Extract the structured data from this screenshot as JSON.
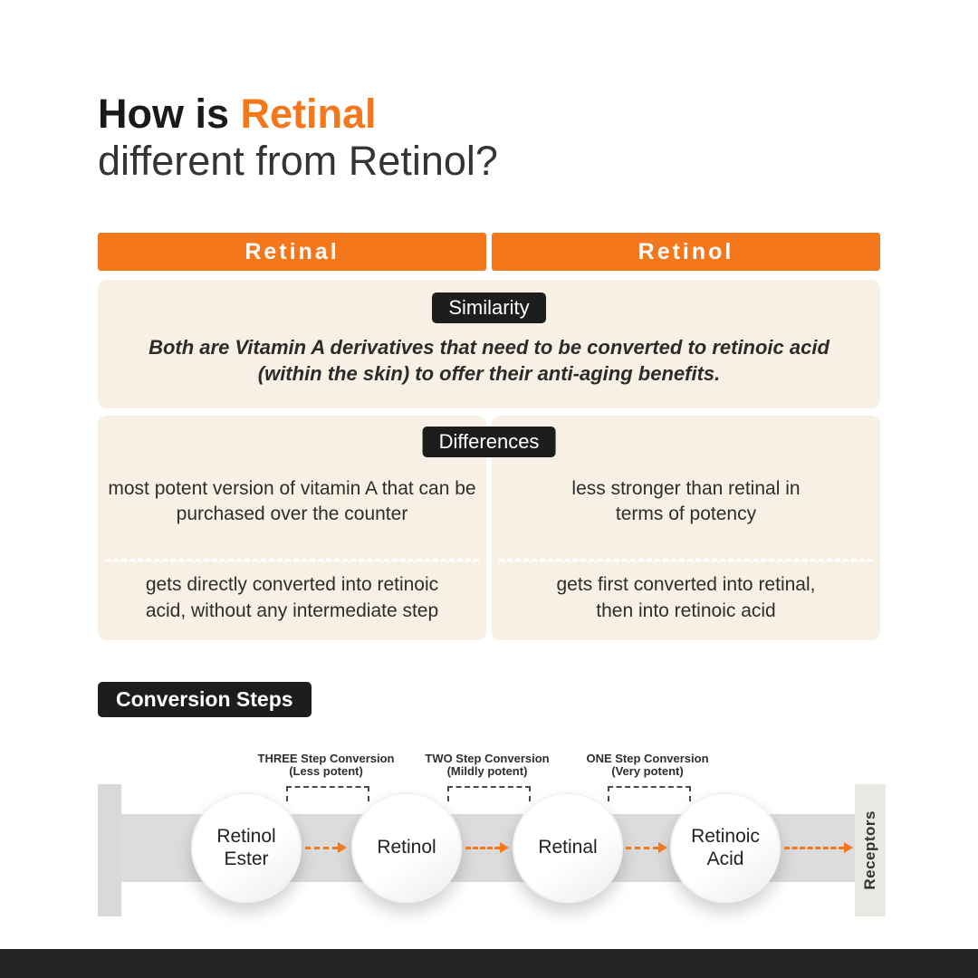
{
  "title": {
    "prefix": "How is ",
    "highlight": "Retinal",
    "line2": "different from Retinol?"
  },
  "table": {
    "headers": [
      "Retinal",
      "Retinol"
    ],
    "similarity": {
      "badge": "Similarity",
      "text": "Both are Vitamin A derivatives that need to be converted to retinoic acid (within the skin) to offer their anti-aging benefits."
    },
    "differences": {
      "badge": "Differences",
      "rows": [
        {
          "left": "most potent version of vitamin A that can be purchased over the counter",
          "right": "less stronger than retinal in terms of potency"
        },
        {
          "left": "gets directly converted into retinoic acid, without any intermediate step",
          "right": "gets first converted into retinal, then into retinoic acid"
        }
      ]
    }
  },
  "conversion": {
    "badge": "Conversion Steps",
    "steps": [
      "Retinol Ester",
      "Retinol",
      "Retinal",
      "Retinoic Acid"
    ],
    "brackets": [
      {
        "label": "THREE Step Conversion",
        "sub": "(Less potent)"
      },
      {
        "label": "TWO Step Conversion",
        "sub": "(Mildly potent)"
      },
      {
        "label": "ONE Step Conversion",
        "sub": "(Very potent)"
      }
    ],
    "receptor_label": "Receptors"
  },
  "colors": {
    "accent_orange": "#F4771C",
    "beige_panel": "#F8F0E4",
    "badge_black": "#1D1D1D"
  }
}
